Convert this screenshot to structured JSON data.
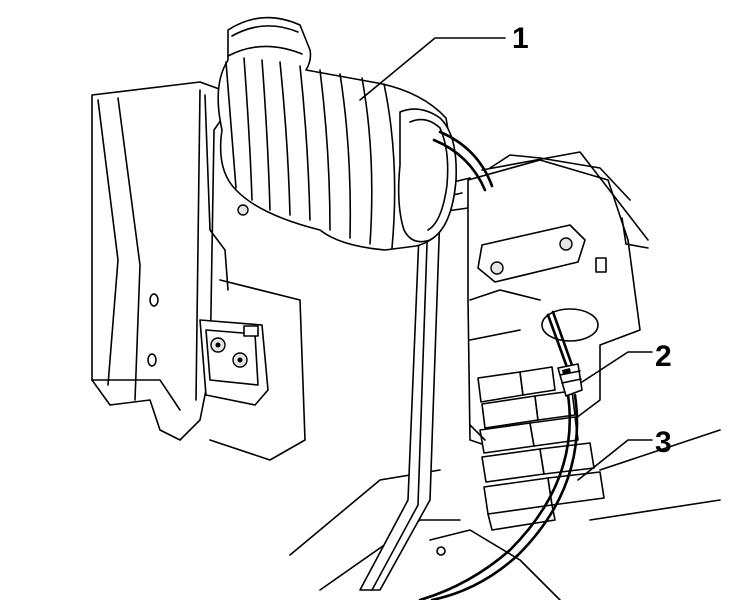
{
  "callouts": [
    {
      "label": "1",
      "part": "bellows-boot"
    },
    {
      "label": "2",
      "part": "cable-grommet"
    },
    {
      "label": "3",
      "part": "cable"
    }
  ],
  "colors": {
    "line": "#000000",
    "background": "#ffffff",
    "shade": "#e6e6e6"
  }
}
